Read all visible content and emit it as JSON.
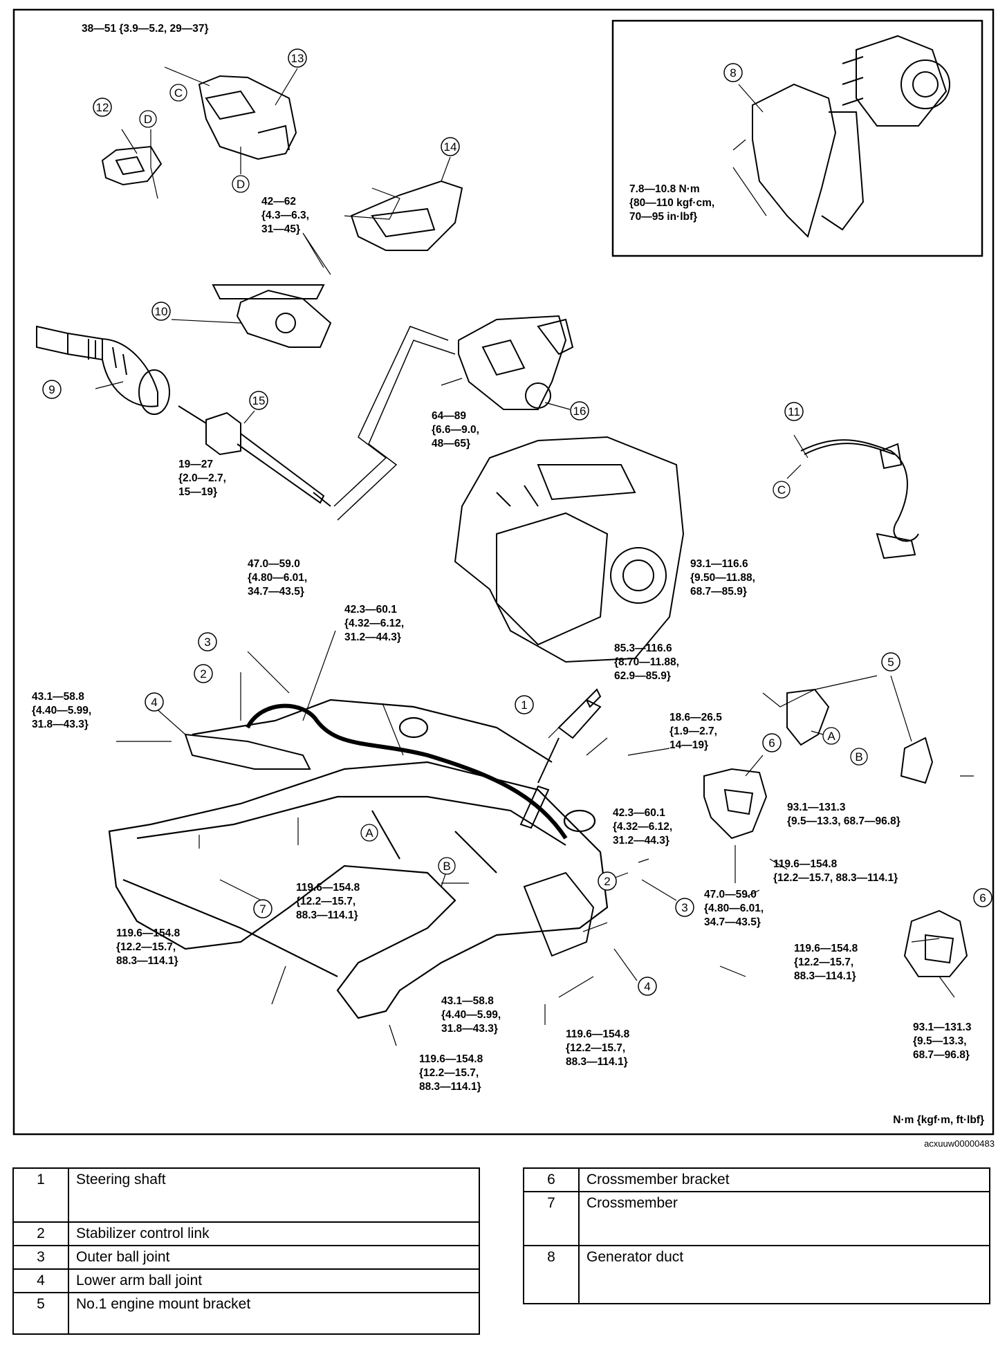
{
  "figure": {
    "image_code": "acxuuw00000483",
    "units_label": "N·m {kgf·m, ft·lbf}",
    "callouts": {
      "c1": "1",
      "c2a": "2",
      "c2b": "2",
      "c3a": "3",
      "c3b": "3",
      "c4a": "4",
      "c4b": "4",
      "c5": "5",
      "c6a": "6",
      "c6b": "6",
      "c7": "7",
      "c8": "8",
      "c9": "9",
      "c10": "10",
      "c11": "11",
      "c12": "12",
      "c13": "13",
      "c14": "14",
      "c15": "15",
      "c16": "16"
    },
    "letter_marks": {
      "a1": "A",
      "a2": "A",
      "b1": "B",
      "b2": "B",
      "c1": "C",
      "c2": "C",
      "d1": "D",
      "d2": "D"
    },
    "torques": {
      "t_top": [
        "38—51 {3.9—5.2, 29—37}"
      ],
      "t_14": [
        "42—62",
        "{4.3—6.3,",
        "31—45}"
      ],
      "t_8": [
        "7.8—10.8 N·m",
        "{80—110 kgf·cm,",
        "70—95 in·lbf}"
      ],
      "t_16": [
        "64—89",
        "{6.6—9.0,",
        "48—65}"
      ],
      "t_15": [
        "19—27",
        "{2.0—2.7,",
        "15—19}"
      ],
      "t_3a": [
        "47.0—59.0",
        "{4.80—6.01,",
        "34.7—43.5}"
      ],
      "t_mid": [
        "42.3—60.1",
        "{4.32—6.12,",
        "31.2—44.3}"
      ],
      "t_5a": [
        "93.1—116.6",
        "{9.50—11.88,",
        "68.7—85.9}"
      ],
      "t_5b": [
        "85.3—116.6",
        "{8.70—11.88,",
        "62.9—85.9}"
      ],
      "t_4a": [
        "43.1—58.8",
        "{4.40—5.99,",
        "31.8—43.3}"
      ],
      "t_1": [
        "18.6—26.5",
        "{1.9—2.7,",
        "14—19}"
      ],
      "t_6a": [
        "93.1—131.3",
        "{9.5—13.3, 68.7—96.8}"
      ],
      "t_mid2": [
        "42.3—60.1",
        "{4.32—6.12,",
        "31.2—44.3}"
      ],
      "t_cm_center": [
        "119.6—154.8",
        "{12.2—15.7,",
        "88.3—114.1}"
      ],
      "t_6b": [
        "119.6—154.8",
        "{12.2—15.7, 88.3—114.1}"
      ],
      "t_3b": [
        "47.0—59.0",
        "{4.80—6.01,",
        "34.7—43.5}"
      ],
      "t_cm_left": [
        "119.6—154.8",
        "{12.2—15.7,",
        "88.3—114.1}"
      ],
      "t_6c": [
        "119.6—154.8",
        "{12.2—15.7,",
        "88.3—114.1}"
      ],
      "t_4b": [
        "43.1—58.8",
        "{4.40—5.99,",
        "31.8—43.3}"
      ],
      "t_cm_r1": [
        "119.6—154.8",
        "{12.2—15.7,",
        "88.3—114.1}"
      ],
      "t_cm_r2": [
        "119.6—154.8",
        "{12.2—15.7,",
        "88.3—114.1}"
      ],
      "t_6d": [
        "93.1—131.3",
        "{9.5—13.3,",
        "68.7—96.8}"
      ]
    }
  },
  "legend_left": [
    {
      "num": "1",
      "name": "Steering shaft"
    },
    {
      "num": "2",
      "name": "Stabilizer control link"
    },
    {
      "num": "3",
      "name": "Outer ball joint"
    },
    {
      "num": "4",
      "name": "Lower arm ball joint"
    },
    {
      "num": "5",
      "name": "No.1 engine mount bracket"
    }
  ],
  "legend_right": [
    {
      "num": "6",
      "name": "Crossmember bracket"
    },
    {
      "num": "7",
      "name": "Crossmember"
    },
    {
      "num": "8",
      "name": "Generator duct"
    }
  ]
}
